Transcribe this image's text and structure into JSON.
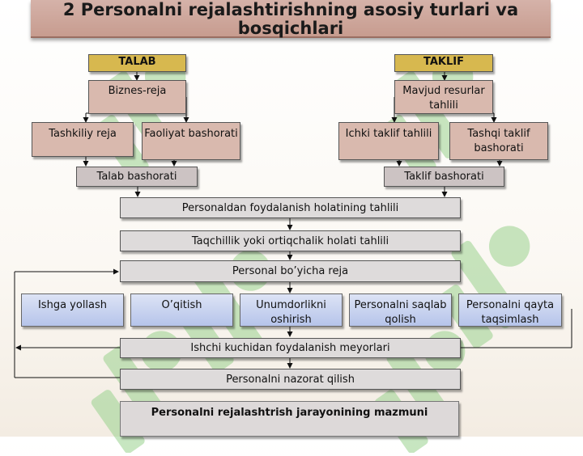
{
  "title": "2 Personalni rejalashtirishning asosiy turlari va bosqichlari",
  "demand": {
    "header": "TALAB",
    "plan": "Biznes-reja",
    "org_plan": "Tashkiliy reja",
    "activity_forecast": "Faoliyat bashorati",
    "forecast": "Talab bashorati"
  },
  "supply": {
    "header": "TAKLIF",
    "resources": "Mavjud resurlar tahlili",
    "internal": "Ichki taklif tahlili",
    "external": "Tashqi taklif bashorati",
    "forecast": "Taklif bashorati"
  },
  "stages": {
    "usage_analysis": "Personaldan foydalanish holatining tahlili",
    "shortage_analysis": "Taqchillik yoki ortiqchalik holati tahlili",
    "plan": "Personal bo’yicha reja"
  },
  "actions": {
    "hiring": "Ishga yollash",
    "training": "O’qitish",
    "productivity": "Unumdorlikni oshirish",
    "retention": "Personalni saqlab qolish",
    "redistribution": "Personalni qayta taqsimlash"
  },
  "criteria": "Ishchi kuchidan foydalanish meyorlari",
  "control": "Personalni nazorat qilish",
  "footer": "Personalni rejalashtrish jarayonining mazmuni",
  "colors": {
    "header_gold": "#d7b84f",
    "tan": "#d9b9ae",
    "blue": "#b6c4ea",
    "watermark": "#8fcf86"
  }
}
